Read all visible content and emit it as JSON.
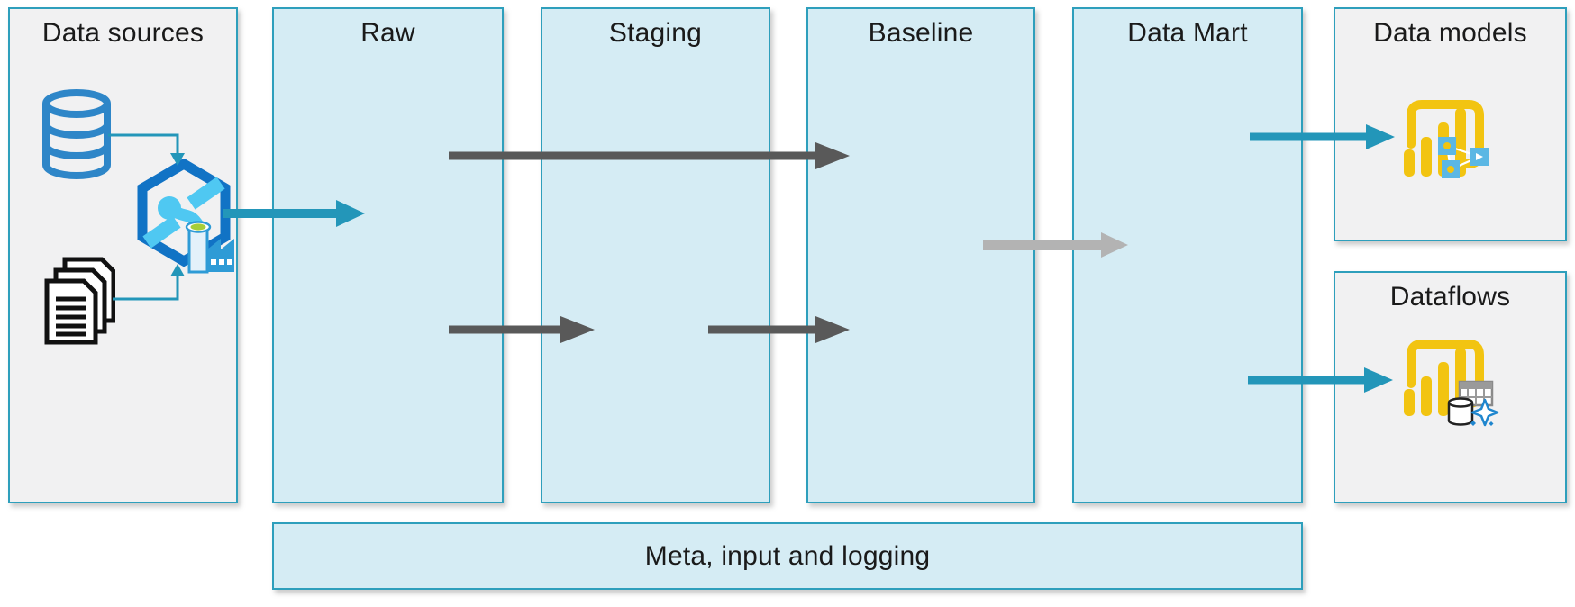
{
  "panels": {
    "data_sources": {
      "label": "Data sources"
    },
    "raw": {
      "label": "Raw"
    },
    "staging": {
      "label": "Staging"
    },
    "baseline": {
      "label": "Baseline"
    },
    "data_mart": {
      "label": "Data Mart"
    },
    "data_models": {
      "label": "Data models"
    },
    "dataflows": {
      "label": "Dataflows"
    },
    "meta": {
      "label": "Meta, input and logging"
    }
  },
  "icons": {
    "data_sources": [
      "database-icon",
      "data-factory-icon",
      "documents-icon"
    ],
    "data_models": [
      "power-bi-model-icon"
    ],
    "dataflows": [
      "power-bi-dataflow-icon"
    ]
  },
  "flows": [
    {
      "from": "Data sources",
      "to": "Raw",
      "style": "teal"
    },
    {
      "from": "Raw",
      "to": "Baseline",
      "style": "dark-gray"
    },
    {
      "from": "Raw",
      "to": "Staging",
      "style": "dark-gray"
    },
    {
      "from": "Staging",
      "to": "Baseline",
      "style": "dark-gray"
    },
    {
      "from": "Baseline",
      "to": "Data Mart",
      "style": "light-gray"
    },
    {
      "from": "Data Mart",
      "to": "Data models",
      "style": "teal"
    },
    {
      "from": "Data Mart",
      "to": "Dataflows",
      "style": "teal"
    }
  ],
  "colors": {
    "teal_border": "#2E9FBC",
    "teal_arrow": "#2396B9",
    "dark_arrow": "#595959",
    "light_arrow": "#B3B3B3",
    "panel_blue": "#D5ECF4",
    "panel_gray": "#F1F1F2",
    "azure_blue": "#1173C5",
    "azure_light_blue": "#4FC8F2",
    "factory_blue": "#2E9BD6",
    "green": "#A6CE39",
    "powerbi_gold": "#F2C411",
    "model_square_blue": "#5BB7E4",
    "db_blue": "#2E86C8",
    "text": "#1A1A1A"
  }
}
